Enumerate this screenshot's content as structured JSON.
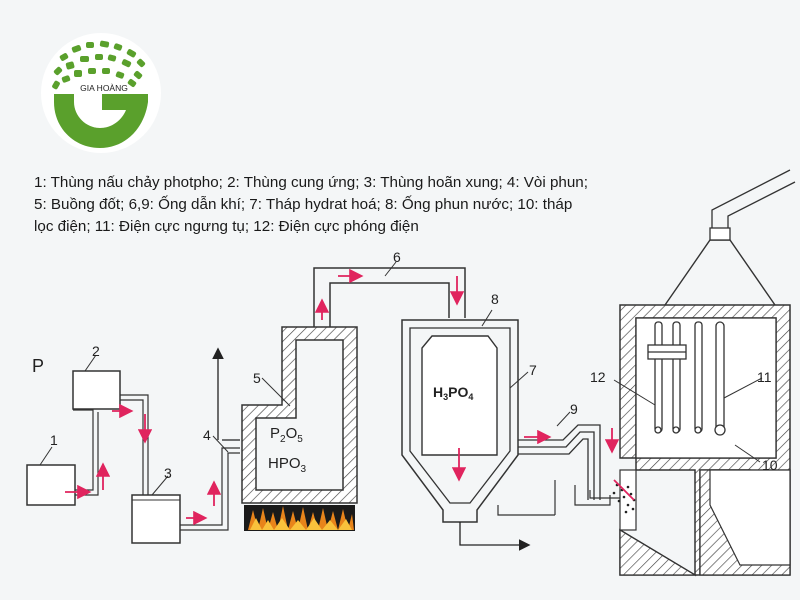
{
  "logo": {
    "brand": "GIA HOÀNG",
    "letter": "G",
    "green": "#5aa02c",
    "dark_green": "#3c7a1e"
  },
  "caption_lines": [
    "1: Thùng nấu chảy photpho; 2: Thùng cung ứng; 3: Thùng hoãn xung; 4: Vòi phun;",
    "5: Buồng đốt; 6,9: Ống dẫn khí; 7: Tháp hydrat hoá; 8: Ống phun nước; 10: tháp",
    "lọc điện; 11: Điện cực ngưng tụ; 12: Điện cực phóng điện"
  ],
  "labels": {
    "p": "P",
    "n1": "1",
    "n2": "2",
    "n3": "3",
    "n4": "4",
    "n5": "5",
    "n6": "6",
    "n7": "7",
    "n8": "8",
    "n9": "9",
    "n10": "10",
    "n11": "11",
    "n12": "12"
  },
  "chem": {
    "p2o5_main": "P",
    "p2o5_sub1": "2",
    "p2o5_mid": "O",
    "p2o5_sub2": "5",
    "hpo3_main": "HPO",
    "hpo3_sub": "3",
    "h3po4_h": "H",
    "h3po4_sub1": "3",
    "h3po4_po": "PO",
    "h3po4_sub2": "4"
  },
  "colors": {
    "flow_arrow": "#e0245e",
    "line": "#333333",
    "hatch": "#444444",
    "fire": "#e8841a"
  }
}
